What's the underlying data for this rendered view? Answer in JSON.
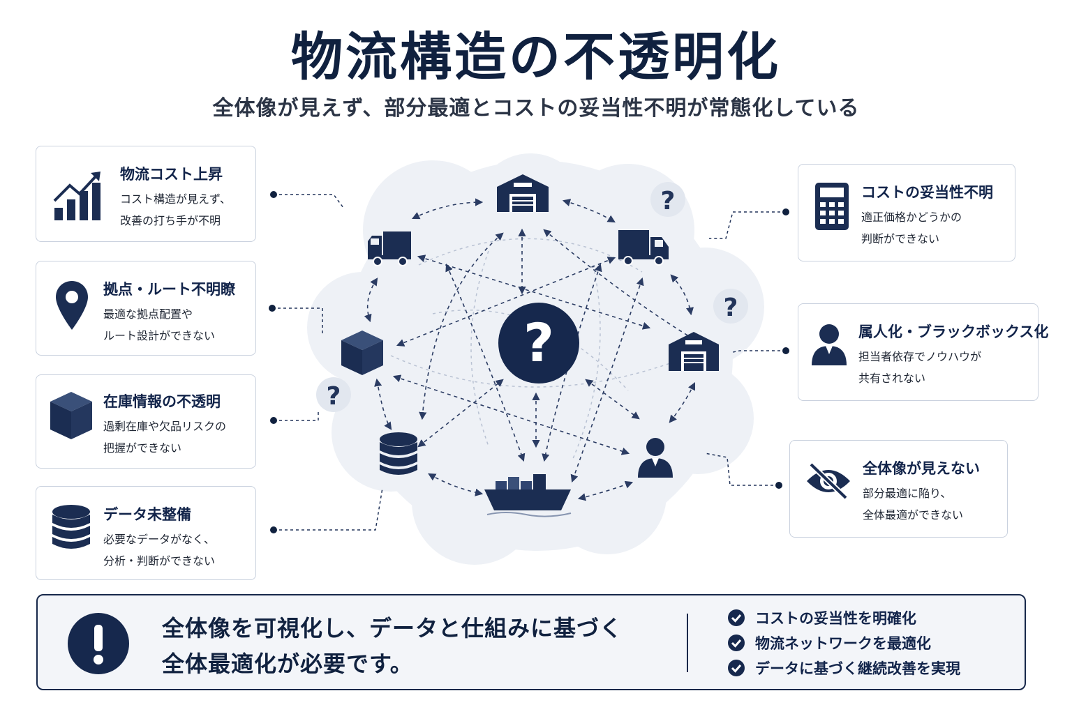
{
  "title": "物流構造の不透明化",
  "subtitle": "全体像が見えず、部分最適とコストの妥当性不明が常態化している",
  "left_cards": [
    {
      "icon": "rising-bar-chart-icon",
      "title": "物流コスト上昇",
      "desc": "コスト構造が見えず、\n改善の打ち手が不明"
    },
    {
      "icon": "location-pin-icon",
      "title": "拠点・ルート不明瞭",
      "desc": "最適な拠点配置や\nルート設計ができない"
    },
    {
      "icon": "inventory-box-icon",
      "title": "在庫情報の不透明",
      "desc": "過剰在庫や欠品リスクの\n把握ができない"
    },
    {
      "icon": "database-icon",
      "title": "データ未整備",
      "desc": "必要なデータがなく、\n分析・判断ができない"
    }
  ],
  "right_cards": [
    {
      "icon": "calculator-icon",
      "title": "コストの妥当性不明",
      "desc": "適正価格かどうかの\n判断ができない"
    },
    {
      "icon": "person-icon",
      "title": "属人化・ブラックボックス化",
      "desc": "担当者依存でノウハウが\n共有されない"
    },
    {
      "icon": "eye-slash-icon",
      "title": "全体像が見えない",
      "desc": "部分最適に陥り、\n全体最適ができない"
    }
  ],
  "network": {
    "center_symbol": "?",
    "question_marks": [
      "?",
      "?",
      "?"
    ],
    "nodes": [
      "warehouse-icon",
      "truck-icon",
      "truck-icon",
      "box-icon",
      "warehouse-icon",
      "database-icon",
      "person-icon",
      "cargo-ship-icon"
    ]
  },
  "conclusion": {
    "icon": "exclamation-icon",
    "message": "全体像を可視化し、データと仕組みに基づく\n全体最適化が必要です。",
    "checks": [
      "コストの妥当性を明確化",
      "物流ネットワークを最適化",
      "データに基づく継続改善を実現"
    ]
  },
  "colors": {
    "navy": "#1b2d52",
    "text": "#12244a",
    "cloud": "#eef1f6",
    "border": "#c9d1de"
  }
}
